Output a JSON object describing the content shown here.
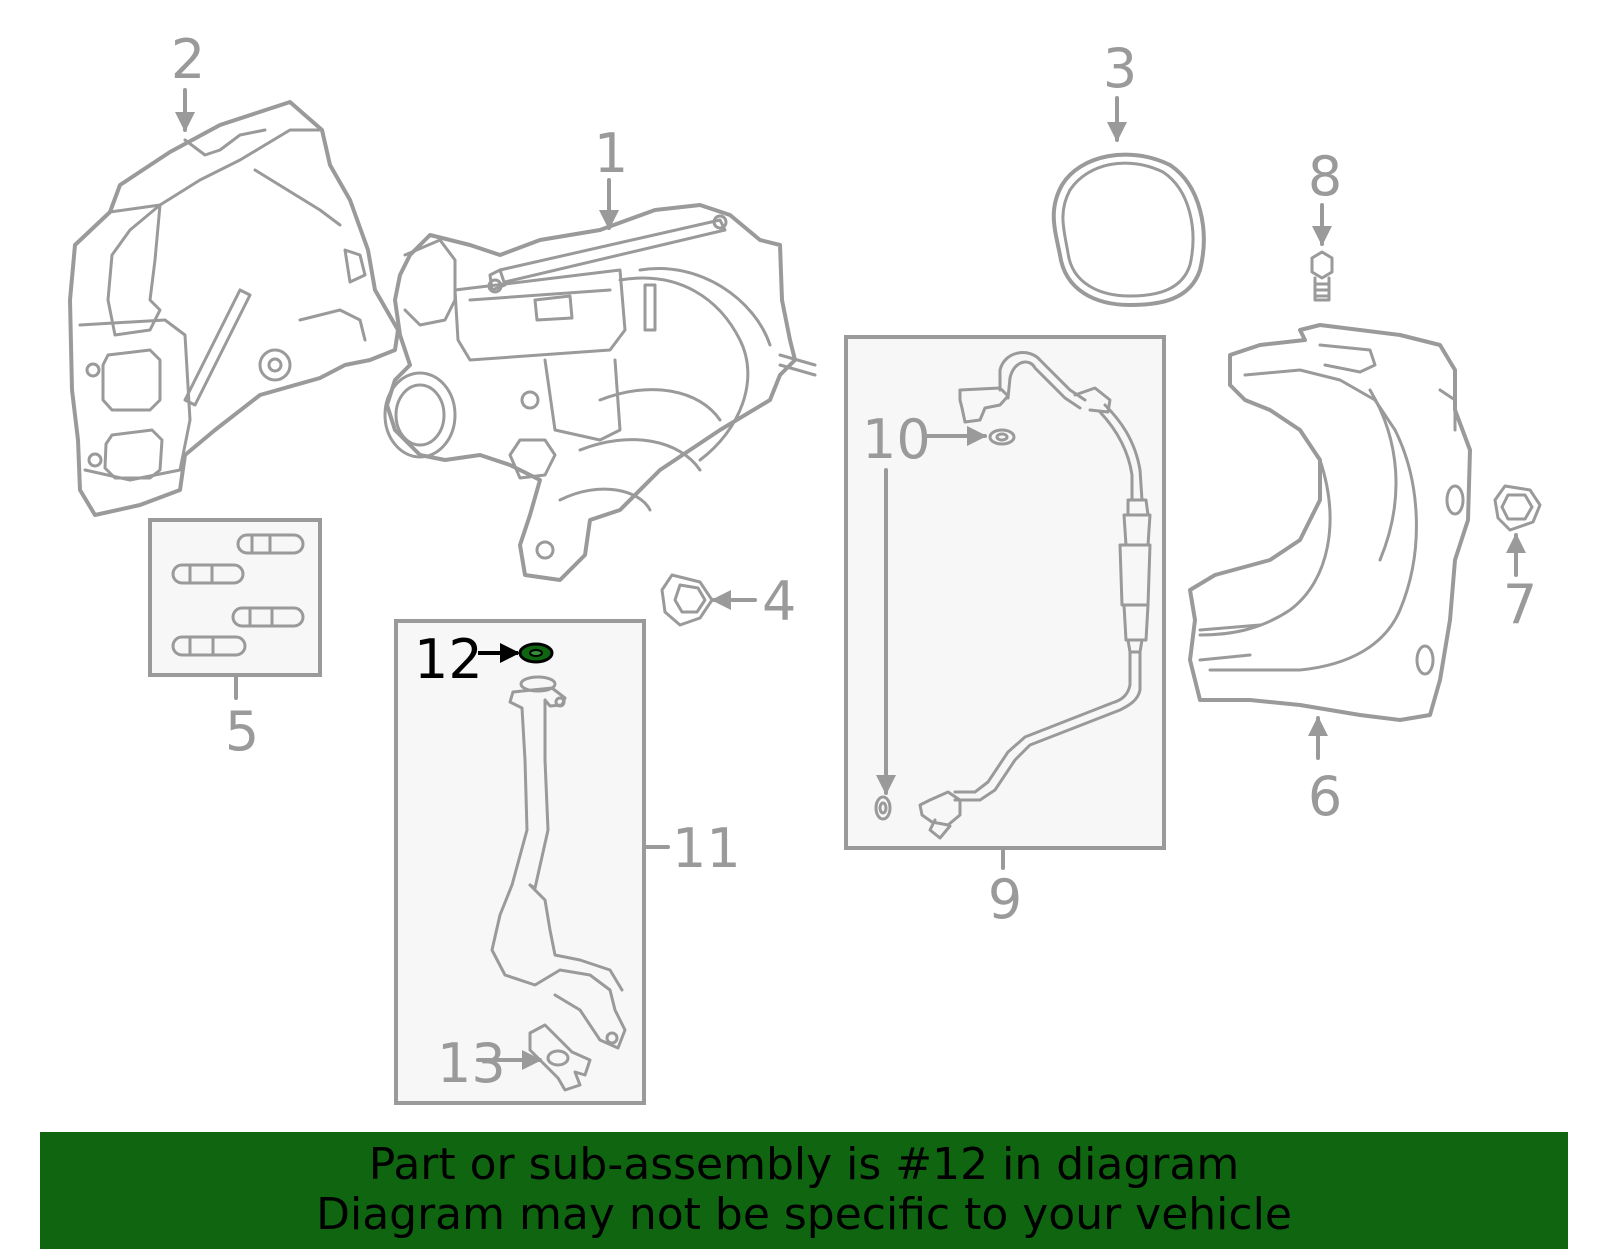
{
  "callouts": {
    "c1": "1",
    "c2": "2",
    "c3": "3",
    "c4": "4",
    "c5": "5",
    "c6": "6",
    "c7": "7",
    "c8": "8",
    "c9": "9",
    "c10": "10",
    "c11": "11",
    "c12": "12",
    "c13": "13"
  },
  "highlight_color": "#0f6510",
  "banner": {
    "line1": "Part or sub-assembly is #12 in diagram",
    "line2": "Diagram may not be specific to your vehicle"
  }
}
